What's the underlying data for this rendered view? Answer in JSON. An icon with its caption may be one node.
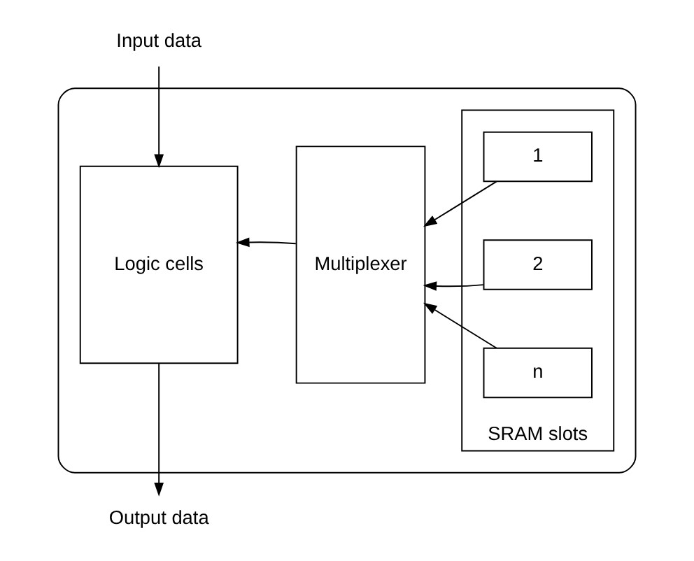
{
  "diagram": {
    "nodes": [
      {
        "text": [],
        "shape": "box"
      },
      {
        "text": [
          "Logic cells"
        ],
        "in": 0
      },
      {
        "text": [
          "Multiplexer"
        ],
        "in": 0
      },
      {
        "text": [
          "SRAM slots"
        ],
        "in": 0
      },
      {
        "text": [
          "1"
        ],
        "in": 3
      },
      {
        "text": [
          "2"
        ],
        "in": 3
      },
      {
        "text": [
          "n"
        ],
        "in": 3
      },
      {
        "text": [
          "Output data"
        ]
      },
      {
        "text": [
          "Input data"
        ]
      }
    ],
    "edges": [
      {
        "from": 8,
        "to": 1,
        "arrow": "to"
      },
      {
        "from": 1,
        "to": 7,
        "arrow": "to"
      },
      {
        "from": 2,
        "to": 1,
        "arrow": "to"
      },
      {
        "from": 4,
        "to": 2,
        "arrow": "to"
      },
      {
        "from": 5,
        "to": 2,
        "arrow": "to"
      },
      {
        "from": 6,
        "to": 2,
        "arrow": "to"
      }
    ]
  }
}
